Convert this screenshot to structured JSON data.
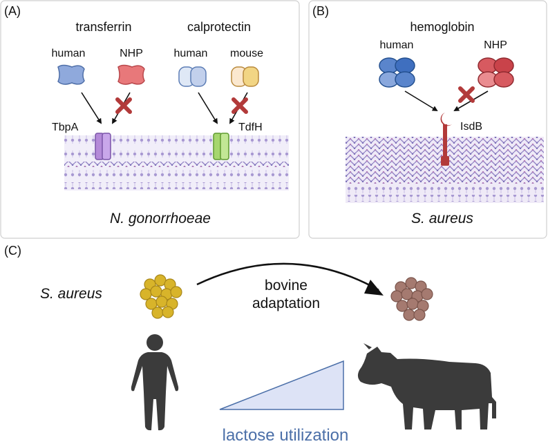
{
  "panel_a": {
    "label": "(A)",
    "group1_title": "transferrin",
    "group2_title": "calprotectin",
    "g1_left": "human",
    "g1_right": "NHP",
    "g2_left": "human",
    "g2_right": "mouse",
    "receptor1": "TbpA",
    "receptor2": "TdfH",
    "organism": "N. gonorrhoeae"
  },
  "panel_b": {
    "label": "(B)",
    "title": "hemoglobin",
    "left": "human",
    "right": "NHP",
    "receptor": "IsdB",
    "organism": "S. aureus"
  },
  "panel_c": {
    "label": "(C)",
    "organism": "S. aureus",
    "arrow_label_line1": "bovine",
    "arrow_label_line2": "adaptation",
    "gradient_label": "lactose utilization"
  },
  "colors": {
    "human_transferrin": "#8fa9dc",
    "nhp_transferrin": "#e8787a",
    "tbpA": "#b48ad8",
    "tdfH": "#a6d66e",
    "hemoglobin_human": "#3f6fbf",
    "hemoglobin_nhp": "#c9434a",
    "isdB": "#b23a3a",
    "block_x": "#b23a3a",
    "membrane": "#9a88c6",
    "s_aureus_gold": "#d8b42a",
    "s_aureus_bovine": "#a57a70",
    "silhouette": "#3b3b3b",
    "gradient_blue": "#4b6fa8"
  }
}
